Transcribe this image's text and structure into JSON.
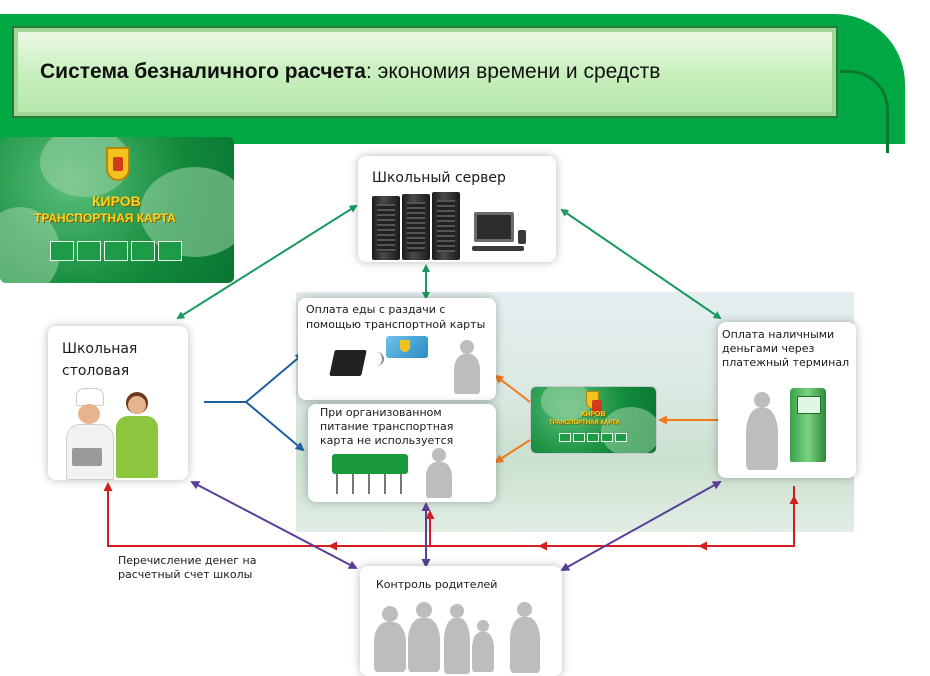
{
  "header": {
    "title_bold": "Система безналичного расчета",
    "title_rest": ": экономия времени и средств"
  },
  "card": {
    "city": "КИРОВ",
    "subtitle": "ТРАНСПОРТНАЯ КАРТА"
  },
  "nodes": {
    "server": {
      "label": "Школьный сервер"
    },
    "canteen": {
      "lines": [
        "Школьная",
        "столовая"
      ]
    },
    "card_payment": {
      "lines": [
        "Оплата еды с раздачи с",
        "помощью транспортной карты"
      ]
    },
    "organized_meals": {
      "lines": [
        "При организованном",
        "питание транспортная",
        "карта не используется"
      ]
    },
    "cash_terminal": {
      "lines": [
        "Оплата наличными",
        "деньгами через",
        "платежный терминал"
      ]
    },
    "parents": {
      "label": "Контроль родителей"
    }
  },
  "transfer_note": {
    "lines": [
      "Перечисление денег на",
      "расчетный счет школы"
    ]
  },
  "colors": {
    "banner_green": "#00a843",
    "arrow_green": "#1a9a5c",
    "arrow_blue": "#1f5fa0",
    "arrow_orange": "#f07a1c",
    "arrow_red": "#d21e1e",
    "arrow_purple": "#5a3e9a"
  }
}
